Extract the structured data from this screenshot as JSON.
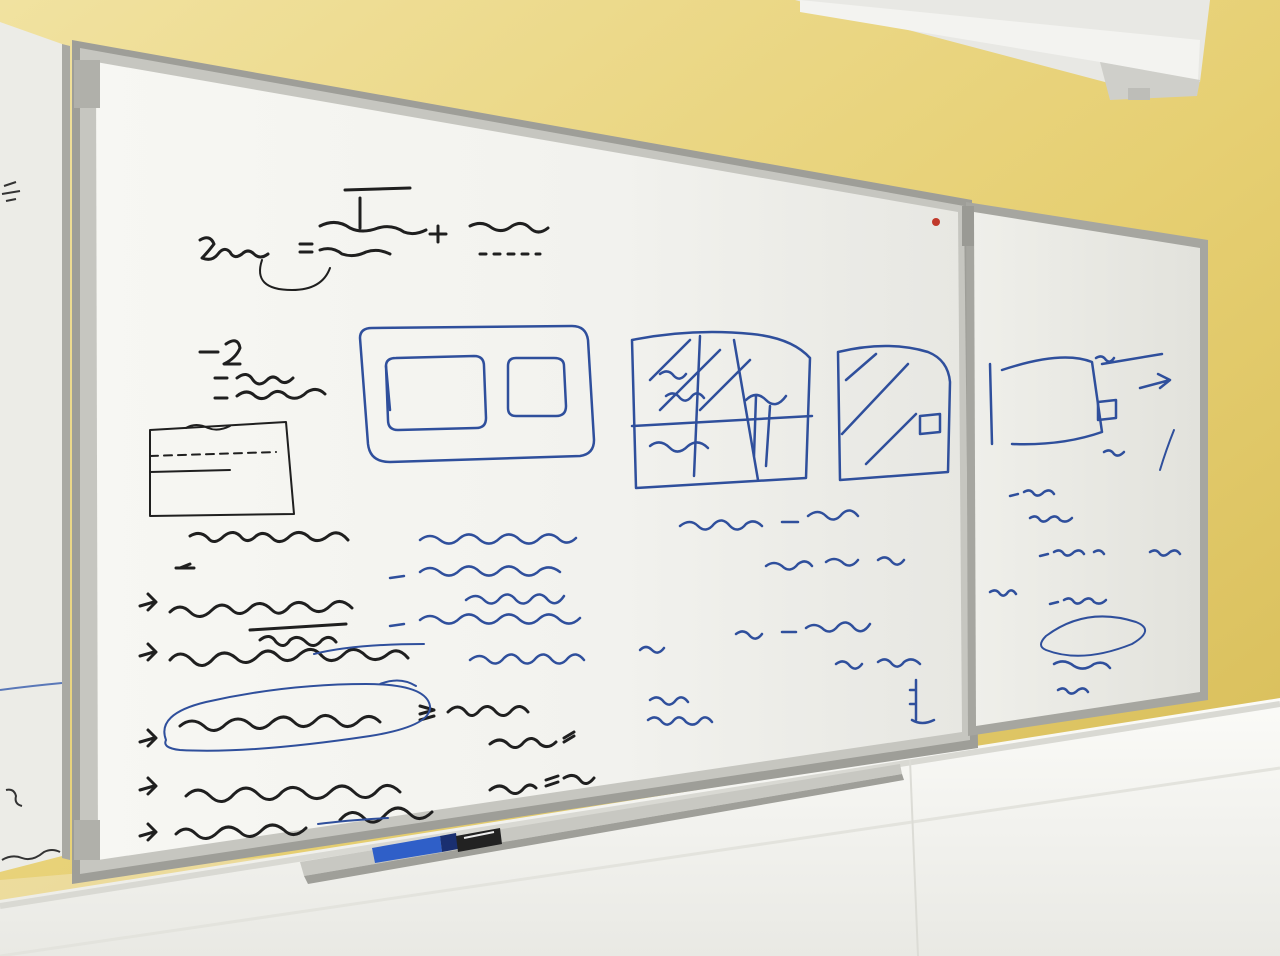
{
  "scene": {
    "subject": "whiteboard",
    "colors": {
      "wall": "#e6cf72",
      "wall_light": "#f1e2a0",
      "board": "#f4f4ef",
      "board_frame": "#b9b9b3",
      "marker_black": "#1f1f1f",
      "marker_blue": "#2f4f9c",
      "marker_red": "#c0392b",
      "wainscot": "#f7f7f4",
      "projector_screen": "#efefec"
    },
    "objects": [
      {
        "name": "projector-screen-case",
        "type": "rolled screen"
      },
      {
        "name": "main-whiteboard",
        "type": "whiteboard"
      },
      {
        "name": "side-whiteboard",
        "type": "whiteboard"
      },
      {
        "name": "left-whiteboard-edge",
        "type": "whiteboard"
      },
      {
        "name": "marker-tray",
        "type": "tray"
      },
      {
        "name": "blue-marker",
        "type": "marker"
      },
      {
        "name": "black-marker",
        "type": "marker"
      },
      {
        "name": "wall-rail",
        "type": "rail"
      }
    ]
  }
}
